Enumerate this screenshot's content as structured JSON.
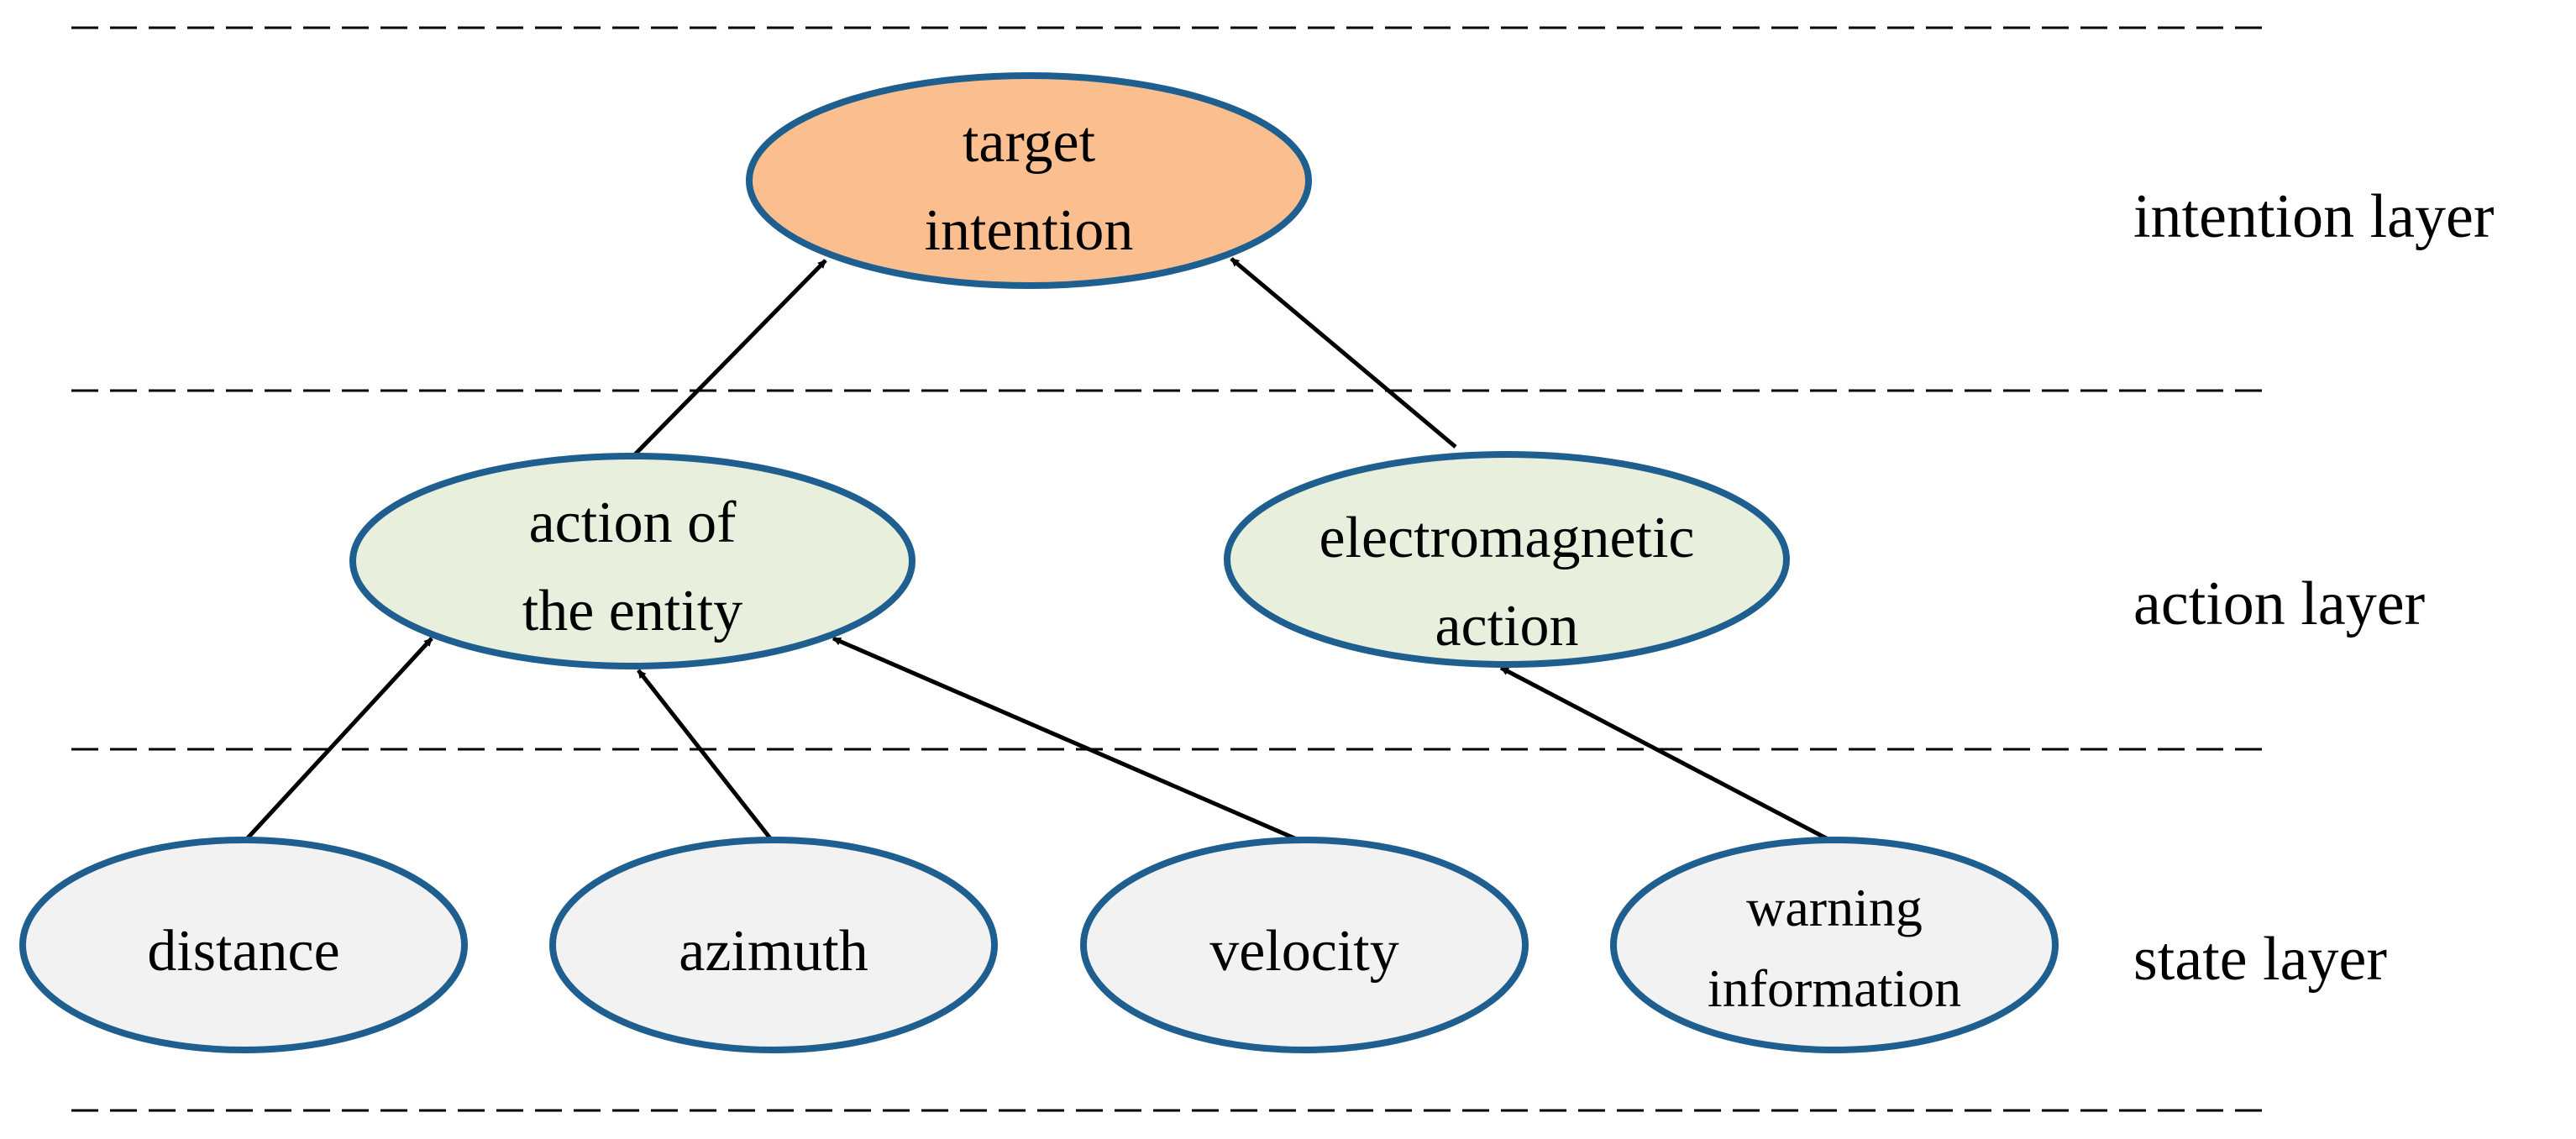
{
  "colors": {
    "node_outline": "#1f5f8f",
    "intention_fill": "#fbbf8f",
    "action_fill": "#e8efdc",
    "state_fill": "#f2f2f2",
    "edge": "#000000",
    "separator": "#000000"
  },
  "layers": [
    {
      "id": "intention",
      "label": "intention layer"
    },
    {
      "id": "action",
      "label": "action layer"
    },
    {
      "id": "state",
      "label": "state layer"
    }
  ],
  "nodes": [
    {
      "id": "target-intention",
      "layer": "intention",
      "lines": [
        "target",
        "intention"
      ]
    },
    {
      "id": "action-of-entity",
      "layer": "action",
      "lines": [
        "action of",
        "the entity"
      ]
    },
    {
      "id": "electromagnetic-action",
      "layer": "action",
      "lines": [
        "electromagnetic",
        "action"
      ]
    },
    {
      "id": "distance",
      "layer": "state",
      "lines": [
        "distance"
      ]
    },
    {
      "id": "azimuth",
      "layer": "state",
      "lines": [
        "azimuth"
      ]
    },
    {
      "id": "velocity",
      "layer": "state",
      "lines": [
        "velocity"
      ]
    },
    {
      "id": "warning-information",
      "layer": "state",
      "lines": [
        "warning",
        "information"
      ]
    }
  ],
  "edges": [
    {
      "from": "action-of-entity",
      "to": "target-intention"
    },
    {
      "from": "electromagnetic-action",
      "to": "target-intention"
    },
    {
      "from": "distance",
      "to": "action-of-entity"
    },
    {
      "from": "azimuth",
      "to": "action-of-entity"
    },
    {
      "from": "velocity",
      "to": "action-of-entity"
    },
    {
      "from": "warning-information",
      "to": "electromagnetic-action"
    }
  ]
}
